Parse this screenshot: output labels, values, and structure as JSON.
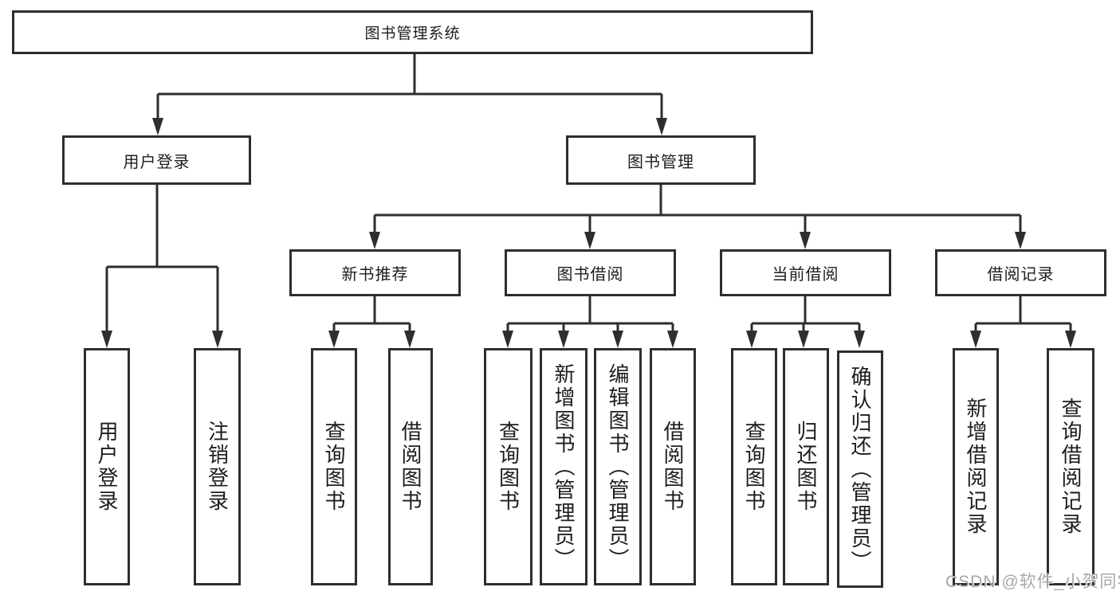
{
  "tree": {
    "root": "图书管理系统",
    "branches": [
      {
        "label": "用户登录",
        "children": [
          "用户登录",
          "注销登录"
        ]
      },
      {
        "label": "图书管理",
        "children": [
          {
            "label": "新书推荐",
            "children": [
              "查询图书",
              "借阅图书"
            ]
          },
          {
            "label": "图书借阅",
            "children": [
              "查询图书",
              "新增图书（管理员）",
              "编辑图书（管理员）",
              "借阅图书"
            ]
          },
          {
            "label": "当前借阅",
            "children": [
              "查询图书",
              "归还图书",
              "确认归还（管理员）"
            ]
          },
          {
            "label": "借阅记录",
            "children": [
              "新增借阅记录",
              "查询借阅记录"
            ]
          }
        ]
      }
    ]
  },
  "colors": {
    "line": "#2e2e2e",
    "text": "#1d1d1d",
    "watermark": "#a8a8a8",
    "background": "#ffffff"
  },
  "watermark": "CSDN @软件_小贺同学"
}
